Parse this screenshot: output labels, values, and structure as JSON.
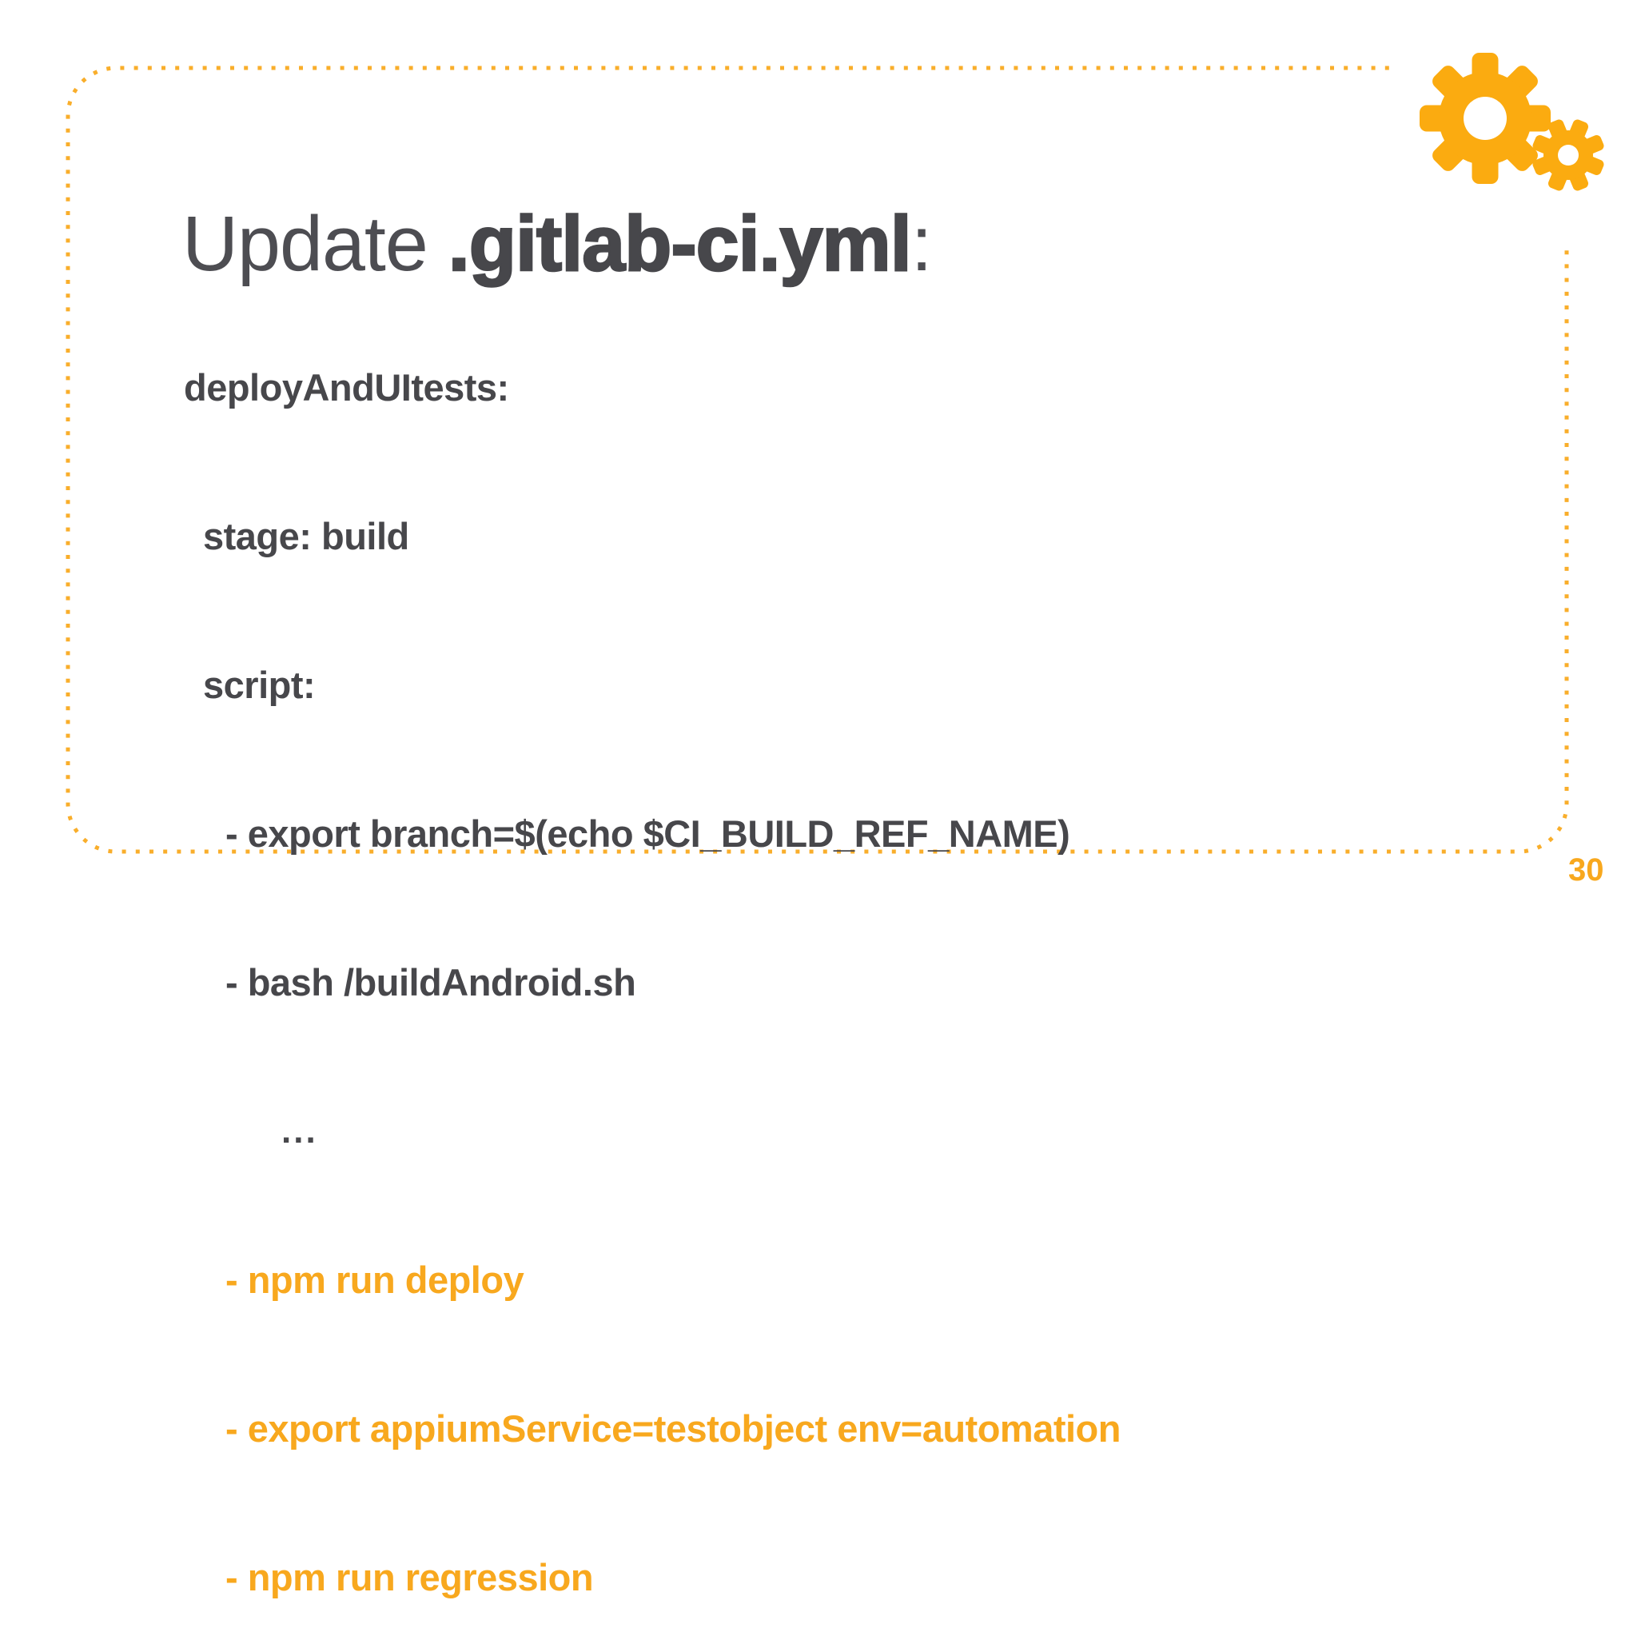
{
  "slide": {
    "title": {
      "prefix": "Update ",
      "filename": ".gitlab-ci.yml",
      "suffix": ":"
    },
    "code_lines": [
      {
        "text": "deployAndUItests:"
      },
      {
        "text": "stage: build"
      },
      {
        "text": "script:"
      },
      {
        "text": "- export branch=$(echo $CI_BUILD_REF_NAME)"
      },
      {
        "text": "- bash /buildAndroid.sh"
      },
      {
        "text": "..."
      },
      {
        "text": "- npm run deploy"
      },
      {
        "text": "- export appiumService=testobject env=automation"
      },
      {
        "text": "- npm run regression"
      }
    ],
    "page_number": "30",
    "icons": {
      "decoration": "gears-icon"
    },
    "colors": {
      "accent": "#F8A81E",
      "dark_text": "#47474B",
      "border_dots": "#F9AE2B",
      "gear": "#FBAB10",
      "background": "#FFFFFF"
    }
  }
}
